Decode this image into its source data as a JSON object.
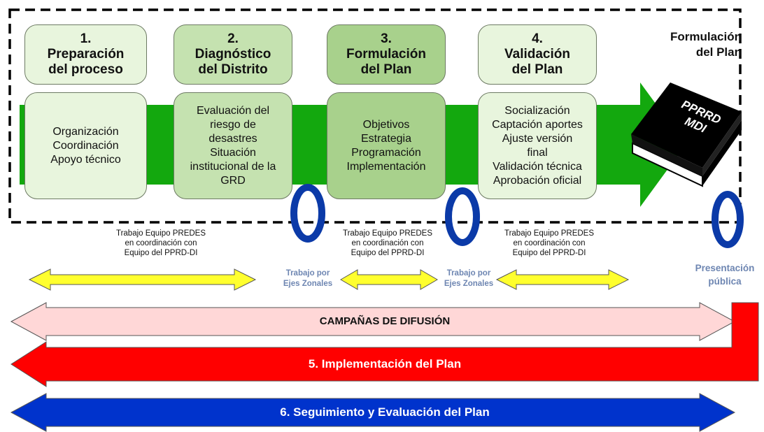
{
  "phases": [
    {
      "number": "1.",
      "title": [
        "Preparación",
        "del proceso"
      ],
      "activities": [
        "Organización",
        "Coordinación",
        "Apoyo técnico"
      ]
    },
    {
      "number": "2.",
      "title": [
        "Diagnóstico",
        "del Distrito"
      ],
      "activities": [
        "Evaluación del",
        "riesgo de",
        "desastres",
        "Situación",
        "institucional de la",
        "GRD"
      ]
    },
    {
      "number": "3.",
      "title": [
        "Formulación",
        "del Plan"
      ],
      "activities": [
        "Objetivos",
        "Estrategia",
        "Programación",
        "Implementación"
      ]
    },
    {
      "number": "4.",
      "title": [
        "Validación",
        "del Plan"
      ],
      "activities": [
        "Socialización",
        "Captación aportes",
        "Ajuste versión",
        "final",
        "Validación técnica",
        "Aprobación oficial"
      ]
    }
  ],
  "formulation_label": [
    "Formulación",
    "del Plan"
  ],
  "book_label": [
    "PPRRD",
    "MDI"
  ],
  "team_notes": [
    [
      "Trabajo Equipo PREDES",
      "en coordinación con",
      "Equipo del PPRD-DI"
    ],
    [
      "Trabajo Equipo PREDES",
      "en coordinación con",
      "Equipo del PPRD-DI"
    ],
    [
      "Trabajo Equipo PREDES",
      "en coordinación con",
      "Equipo del PPRD-DI"
    ]
  ],
  "zonal_labels": [
    [
      "Trabajo por",
      "Ejes Zonales"
    ],
    [
      "Trabajo por",
      "Ejes Zonales"
    ]
  ],
  "presentation_label": [
    "Presentación",
    "pública"
  ],
  "bands": {
    "campaigns": "CAMPAÑAS DE DIFUSIÓN",
    "implementation": "5. Implementación del Plan",
    "monitoring": "6. Seguimiento y Evaluación del Plan"
  },
  "colors": {
    "green_arrow": "#13a80e",
    "phase_light": "#e8f5dd",
    "phase_mid": "#c5e2b0",
    "phase_dark": "#a8d18c",
    "yellow_arrow": "#ffff2e",
    "pink_band": "#ffd7d7",
    "red_band": "#ff0000",
    "blue_band": "#0033cc",
    "ring_blue": "#0b3aa8",
    "label_blue": "#6e86b2"
  }
}
